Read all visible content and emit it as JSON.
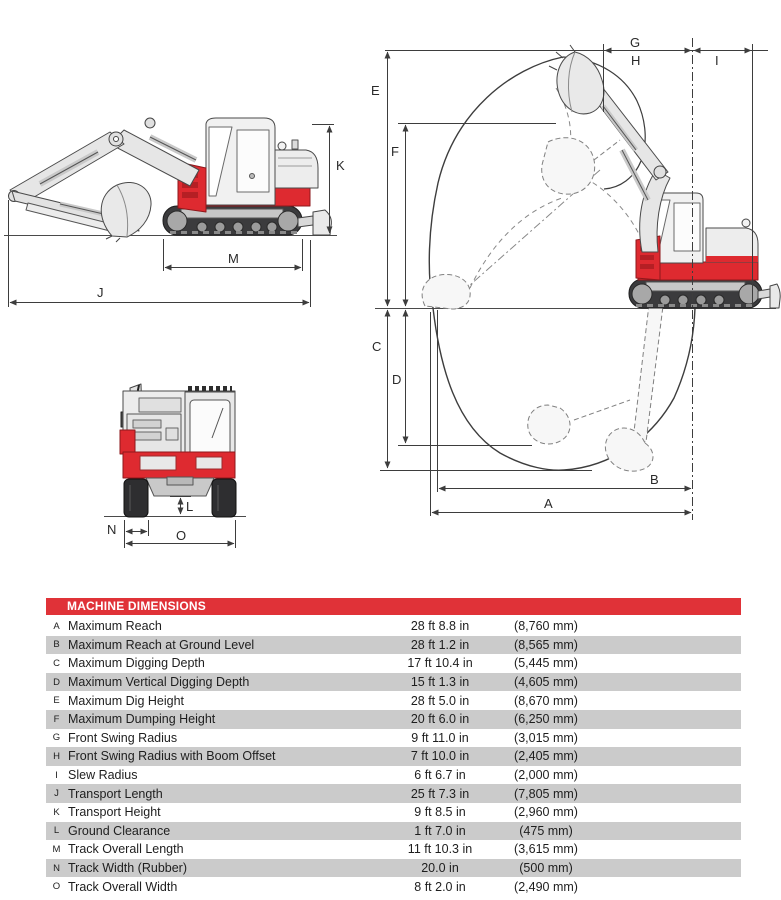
{
  "colors": {
    "accent_red": "#e03238",
    "machine_red": "#de2a30",
    "machine_red_dark": "#8e181c",
    "body_gray": "#e9e9e9",
    "track_dark": "#3b3b3d",
    "row_stripe": "#cbcbcb",
    "line": "#4a4a4a"
  },
  "dim_labels": {
    "A": "A",
    "B": "B",
    "C": "C",
    "D": "D",
    "E": "E",
    "F": "F",
    "G": "G",
    "H": "H",
    "I": "I",
    "J": "J",
    "K": "K",
    "L": "L",
    "M": "M",
    "N": "N",
    "O": "O"
  },
  "table": {
    "title": "MACHINE DIMENSIONS",
    "rows": [
      {
        "letter": "A",
        "name": "Maximum Reach",
        "imperial": "28 ft 8.8 in",
        "metric": "(8,760 mm)"
      },
      {
        "letter": "B",
        "name": "Maximum Reach at Ground Level",
        "imperial": "28 ft 1.2 in",
        "metric": "(8,565 mm)"
      },
      {
        "letter": "C",
        "name": "Maximum Digging Depth",
        "imperial": "17 ft 10.4 in",
        "metric": "(5,445 mm)"
      },
      {
        "letter": "D",
        "name": "Maximum Vertical Digging Depth",
        "imperial": "15 ft 1.3 in",
        "metric": "(4,605 mm)"
      },
      {
        "letter": "E",
        "name": "Maximum Dig Height",
        "imperial": "28 ft 5.0 in",
        "metric": "(8,670 mm)"
      },
      {
        "letter": "F",
        "name": "Maximum Dumping Height",
        "imperial": "20 ft 6.0 in",
        "metric": "(6,250 mm)"
      },
      {
        "letter": "G",
        "name": "Front Swing Radius",
        "imperial": "9 ft 11.0 in",
        "metric": "(3,015 mm)"
      },
      {
        "letter": "H",
        "name": "Front Swing Radius with Boom Offset",
        "imperial": "7 ft 10.0 in",
        "metric": "(2,405 mm)"
      },
      {
        "letter": "I",
        "name": "Slew Radius",
        "imperial": "6 ft 6.7 in",
        "metric": "(2,000 mm)"
      },
      {
        "letter": "J",
        "name": "Transport Length",
        "imperial": "25 ft 7.3 in",
        "metric": "(7,805 mm)"
      },
      {
        "letter": "K",
        "name": "Transport Height",
        "imperial": "9 ft 8.5 in",
        "metric": "(2,960 mm)"
      },
      {
        "letter": "L",
        "name": "Ground Clearance",
        "imperial": "1 ft 7.0 in",
        "metric": "(475 mm)"
      },
      {
        "letter": "M",
        "name": "Track Overall Length",
        "imperial": "11 ft 10.3 in",
        "metric": "(3,615 mm)"
      },
      {
        "letter": "N",
        "name": "Track Width (Rubber)",
        "imperial": "20.0 in",
        "metric": "(500 mm)"
      },
      {
        "letter": "O",
        "name": "Track Overall Width",
        "imperial": "8 ft 2.0 in",
        "metric": "(2,490 mm)"
      }
    ]
  }
}
